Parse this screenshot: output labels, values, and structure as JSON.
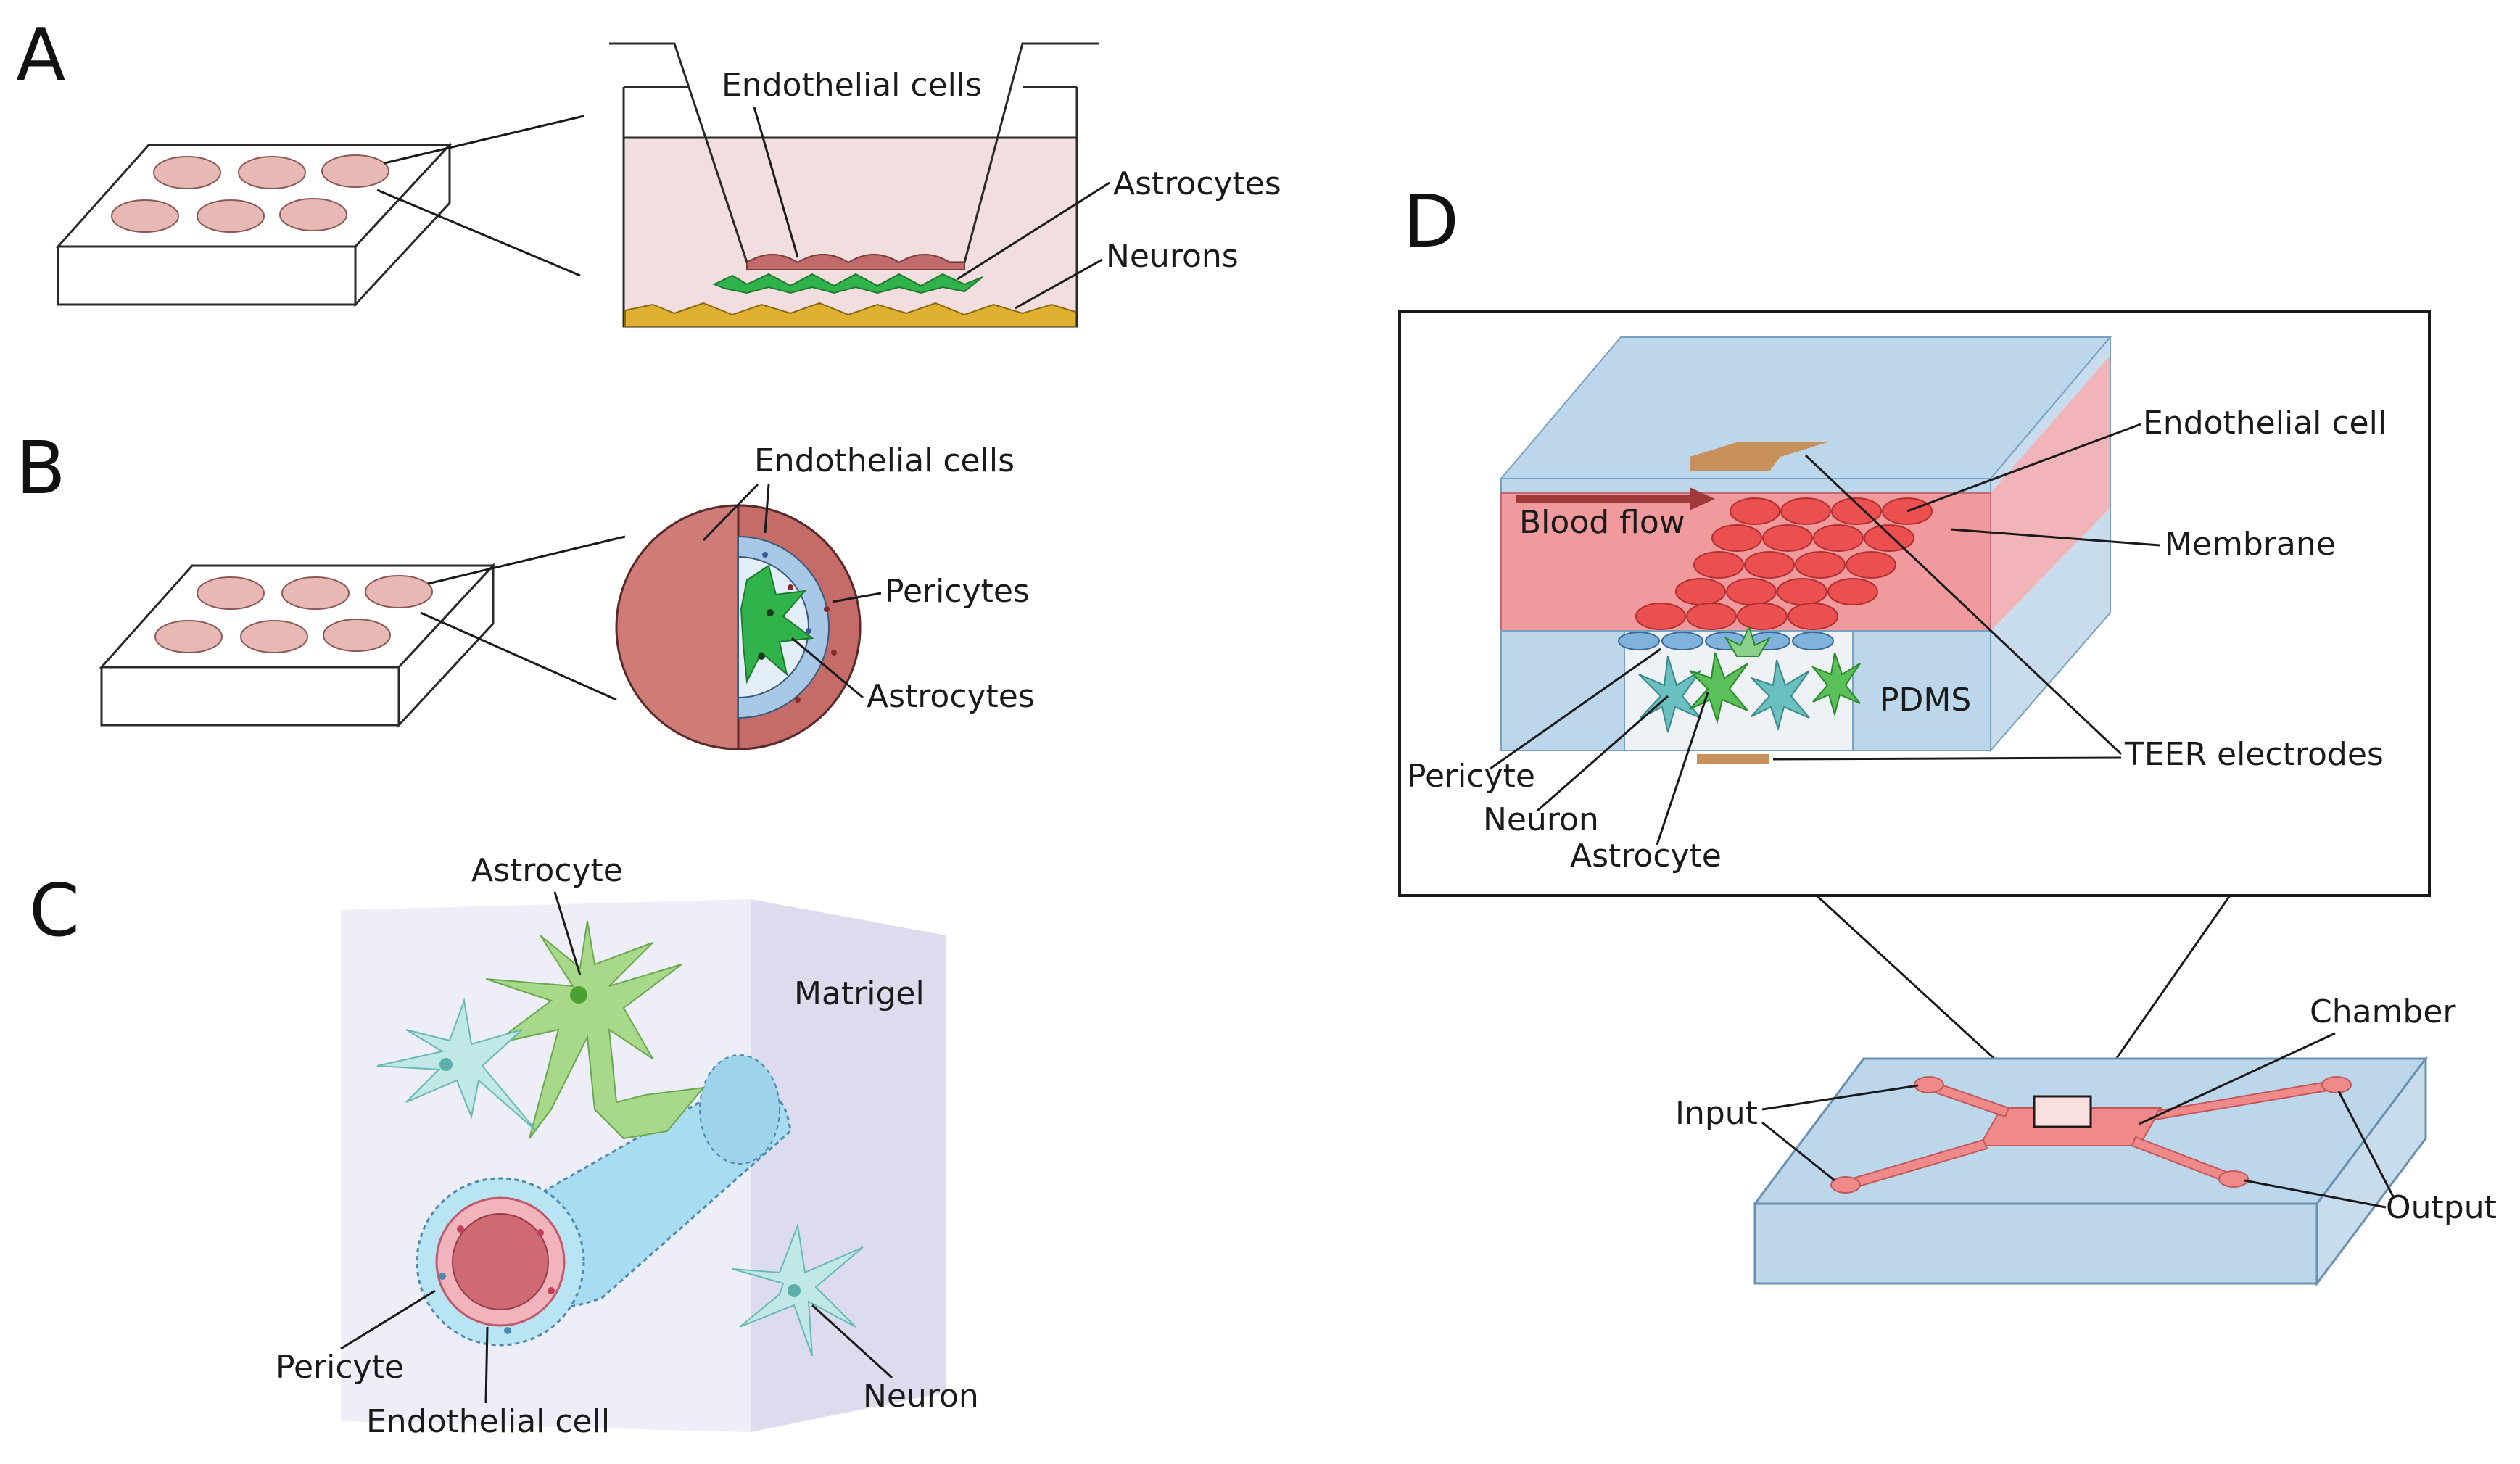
{
  "panels": {
    "A": {
      "letter": "A",
      "labels": {
        "endothelial": "Endothelial cells",
        "astrocytes": "Astrocytes",
        "neurons": "Neurons"
      }
    },
    "B": {
      "letter": "B",
      "labels": {
        "endothelial": "Endothelial cells",
        "pericytes": "Pericytes",
        "astrocytes": "Astrocytes"
      }
    },
    "C": {
      "letter": "C",
      "labels": {
        "astrocyte": "Astrocyte",
        "matrigel": "Matrigel",
        "pericyte": "Pericyte",
        "endothelial": "Endothelial cell",
        "neuron": "Neuron"
      }
    },
    "D": {
      "letter": "D",
      "labels": {
        "endothelial": "Endothelial cell",
        "blood_flow": "Blood flow",
        "membrane": "Membrane",
        "pdms": "PDMS",
        "teer": "TEER electrodes",
        "pericyte": "Pericyte",
        "neuron": "Neuron",
        "astrocyte": "Astrocyte",
        "chamber": "Chamber",
        "input": "Input",
        "output": "Output"
      }
    }
  },
  "colors": {
    "well_fill": "#e8b8b4",
    "medium": "#f2dede",
    "endothelial": "#c06a6a",
    "astrocyte_green": "#2fb34a",
    "neuron_yellow": "#e0b030",
    "spheroid_red": "#cf7b77",
    "pericyte_blue": "#a8c8e8",
    "pdms_blue": "#bcd6ec",
    "channel_pink": "#f08a8a",
    "cell_red": "#ec4f4f",
    "electrode": "#c8905a",
    "matrigel": "#e6e6f4",
    "vessel": "#a8dcf2",
    "astro_light": "#a8d88a",
    "neuron_teal": "#bfe8e6"
  }
}
